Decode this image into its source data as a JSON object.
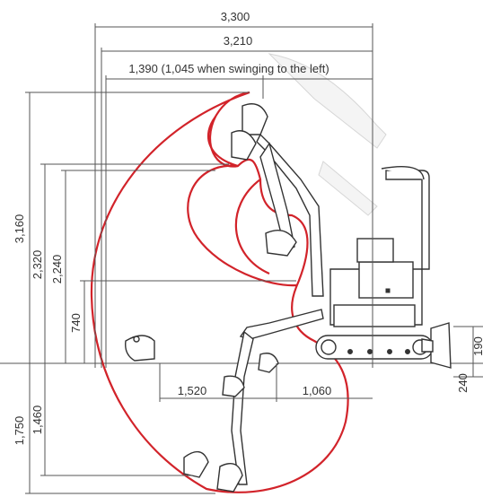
{
  "colors": {
    "envelope": "#d2232a",
    "lines": "#555555",
    "machine_outline": "#333333",
    "background": "#ffffff"
  },
  "dimensions": {
    "top": {
      "reach_max": "3,300",
      "reach_ground": "3,210",
      "swing_radius": "1,390 (1,045 when swinging to the left)"
    },
    "heights": {
      "max_height": "3,160",
      "dump_height": "2,320",
      "dump_height_alt": "2,240",
      "vertical_wall": "740"
    },
    "depths": {
      "max_depth": "1,750",
      "depth_flat": "1,460"
    },
    "ground": {
      "front_clearance": "1,520",
      "rear_clearance": "1,060"
    },
    "blade": {
      "blade_height": "190",
      "blade_depth": "240"
    }
  }
}
